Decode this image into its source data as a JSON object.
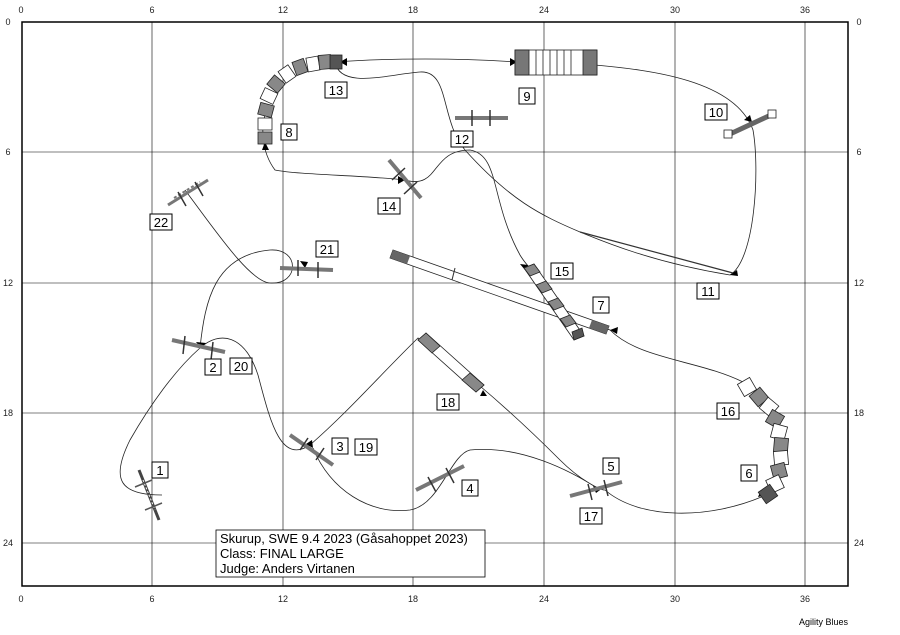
{
  "axes": {
    "x_ticks": [
      "0",
      "6",
      "12",
      "18",
      "24",
      "30",
      "36"
    ],
    "y_ticks": [
      "0",
      "6",
      "12",
      "18",
      "24"
    ]
  },
  "obstacle_numbers": [
    "1",
    "2",
    "3",
    "4",
    "5",
    "6",
    "7",
    "8",
    "9",
    "10",
    "11",
    "12",
    "13",
    "14",
    "15",
    "16",
    "17",
    "18",
    "19",
    "20",
    "21",
    "22"
  ],
  "info": {
    "line1": "Skurup, SWE 9.4 2023 (Gåsahoppet 2023)",
    "line2": "Class: FINAL LARGE",
    "line3": "Judge: Anders Virtanen"
  },
  "credit": "Agility Blues"
}
